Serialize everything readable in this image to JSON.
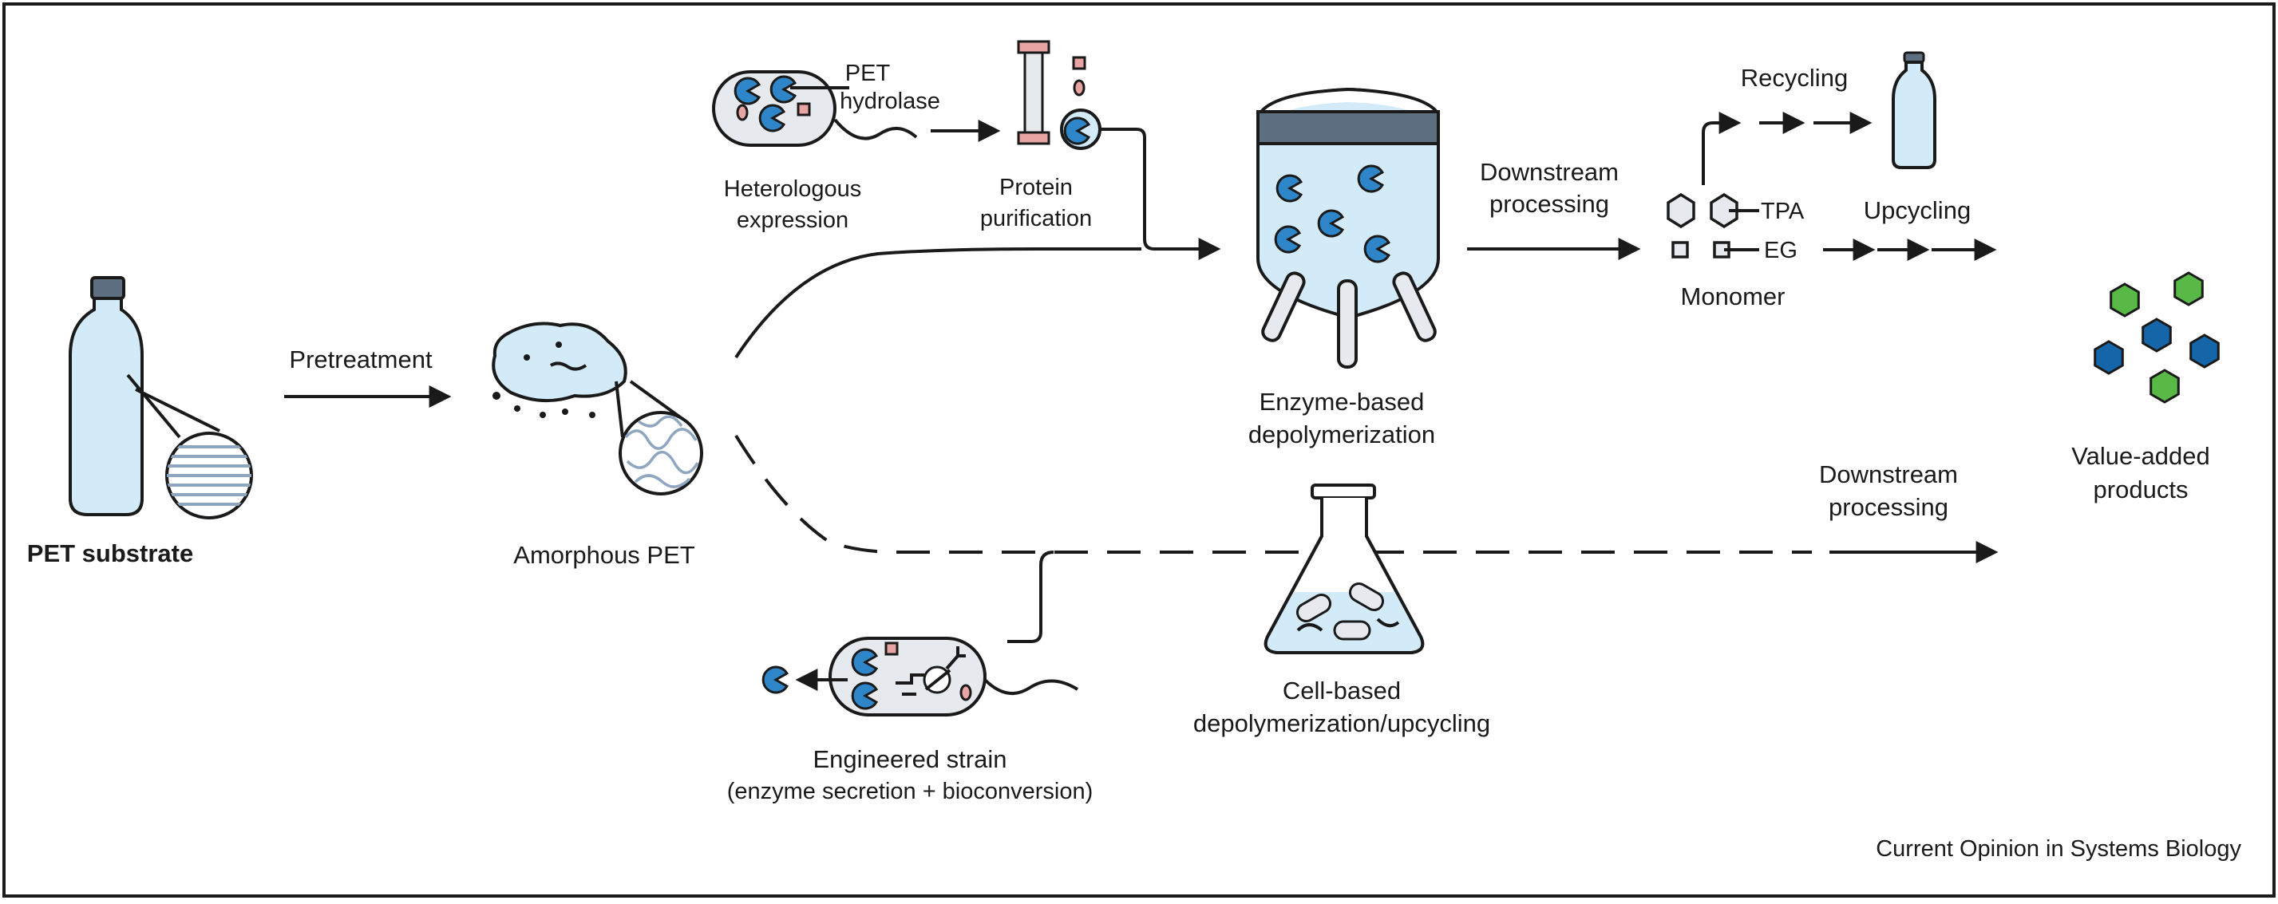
{
  "labels": {
    "pet_substrate": "PET substrate",
    "pretreatment": "Pretreatment",
    "amorphous_pet": "Amorphous PET",
    "pet_hydrolase_line1": "PET",
    "pet_hydrolase_line2": "hydrolase",
    "heterologous_line1": "Heterologous",
    "heterologous_line2": "expression",
    "protein_line1": "Protein",
    "protein_line2": "purification",
    "enzyme_line1": "Enzyme-based",
    "enzyme_line2": "depolymerization",
    "downstream_top_line1": "Downstream",
    "downstream_top_line2": "processing",
    "recycling": "Recycling",
    "upcycling": "Upcycling",
    "tpa": "TPA",
    "eg": "EG",
    "monomer": "Monomer",
    "value_added_line1": "Value-added",
    "value_added_line2": "products",
    "downstream_bottom_line1": "Downstream",
    "downstream_bottom_line2": "processing",
    "cell_based_line1": "Cell-based",
    "cell_based_line2": "depolymerization/upcycling",
    "engineered_line1": "Engineered strain",
    "engineered_line2": "(enzyme secretion + bioconversion)",
    "journal": "Current Opinion in Systems Biology"
  },
  "colors": {
    "light_blue": "#d3ebf8",
    "enzyme_blue": "#2e86c8",
    "hex_blue": "#1466a8",
    "hex_green": "#58b947",
    "lid_gray": "#5f6f82",
    "pink": "#e8a3a3",
    "fiber": "#8fa6c0"
  },
  "icons": {
    "bottle": "bottle-icon",
    "flake": "pet-flake-icon",
    "cell": "bacterium-icon",
    "column": "purification-column-icon",
    "reactor": "bioreactor-icon",
    "flask": "erlenmeyer-flask-icon",
    "enzyme": "pacman-enzyme-icon",
    "hexagon": "hexagon-molecule-icon"
  }
}
